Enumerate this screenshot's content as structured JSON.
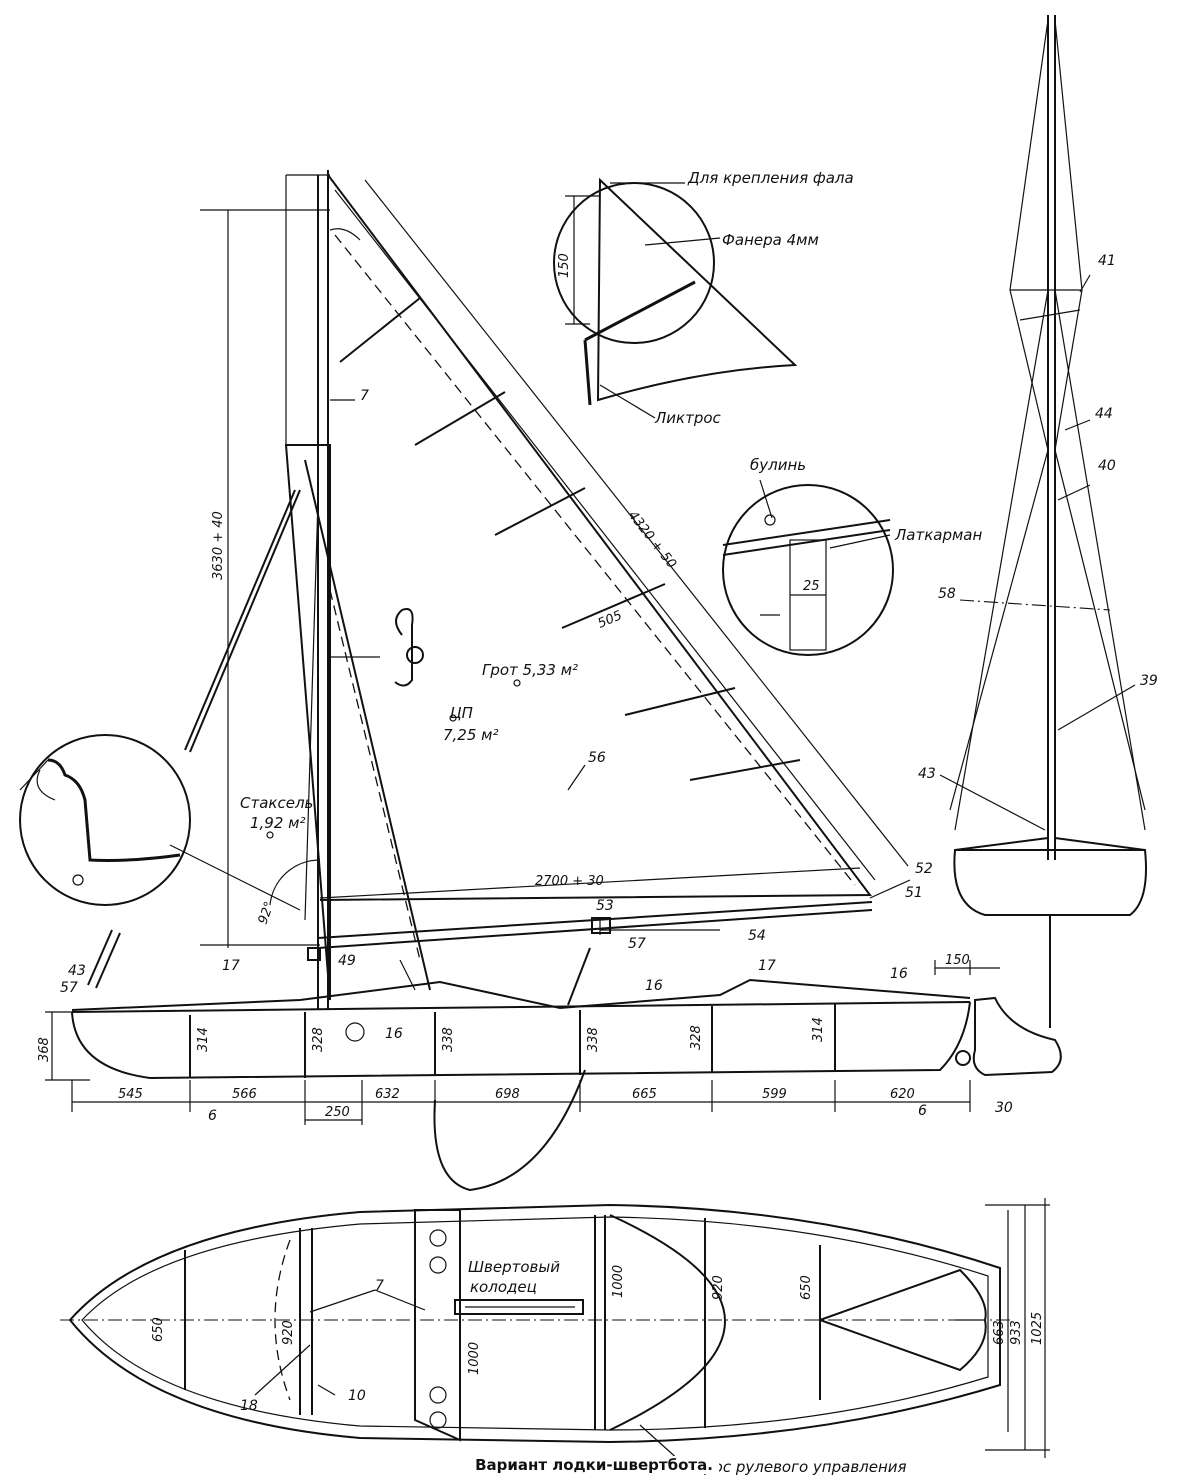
{
  "caption": "Вариант лодки-швертбота.",
  "detail_head": {
    "halyard": "Для крепления фала",
    "plywood": "Фанера 4мм",
    "height": "150",
    "boltrope": "Ликтрос"
  },
  "detail_batten": {
    "bowline": "булинь",
    "pocket": "Латкарман",
    "width": "25"
  },
  "sails": {
    "main": "Грот 5,33 м²",
    "cp": "ЦП",
    "cp_area": "7,25 м²",
    "jib": "Стаксель",
    "jib_area": "1,92 м²",
    "luff": "3630 + 40",
    "leech": "4320 + 50",
    "foot": "2700 + 30",
    "batten": "505",
    "angle": "92°"
  },
  "callouts": [
    "7",
    "56",
    "52",
    "51",
    "53",
    "54",
    "57",
    "49",
    "43",
    "57",
    "17",
    "17",
    "16",
    "16",
    "16",
    "6",
    "6",
    "30",
    "41",
    "44",
    "40",
    "58",
    "39",
    "43",
    "7",
    "18",
    "10"
  ],
  "hull_dims": {
    "depths": [
      "368",
      "314",
      "328",
      "338",
      "338",
      "328",
      "314"
    ],
    "stations": [
      "545",
      "566",
      "632",
      "698",
      "665",
      "599",
      "620"
    ],
    "offset": "250",
    "transom": "150"
  },
  "plan": {
    "centerboard": "Швертовый колодец",
    "steering": "Трос рулевого управления",
    "widths": [
      "650",
      "920",
      "1000",
      "1000",
      "920",
      "650",
      "663",
      "933",
      "1025"
    ]
  }
}
